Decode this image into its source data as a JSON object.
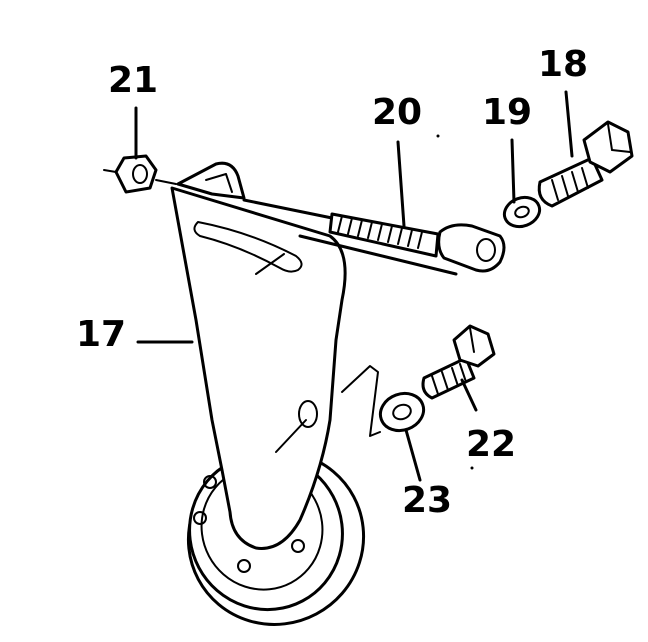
{
  "callouts": {
    "c17": "17",
    "c18": "18",
    "c19": "19",
    "c20": "20",
    "c21": "21",
    "c22": "22",
    "c23": "23"
  },
  "colors": {
    "ink": "#000000",
    "paper": "#ffffff"
  }
}
